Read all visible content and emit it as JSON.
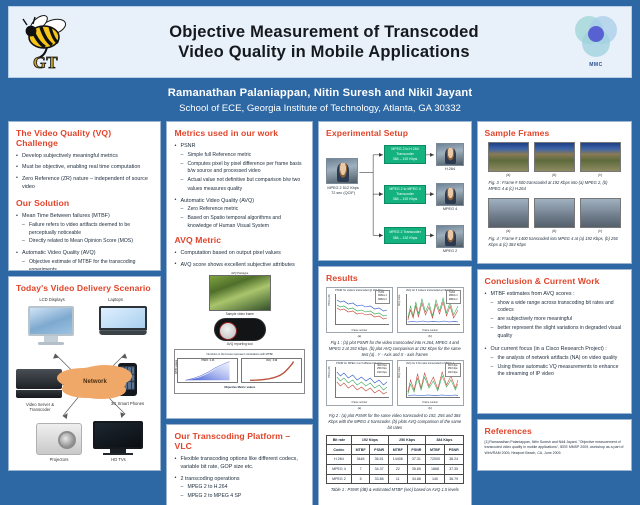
{
  "header": {
    "title_line1": "Objective Measurement of  Transcoded",
    "title_line2": "Video Quality in Mobile Applications",
    "logo_left_name": "georgia-tech-yellow-jacket-logo",
    "logo_right_label": "MMC",
    "authors": "Ramanathan Palaniappan, Nitin Suresh and Nikil Jayant",
    "affiliation": "School of ECE, Georgia Institute of Technology, Atlanta, GA 30332"
  },
  "column1": {
    "vq_challenge": {
      "heading": "The Video Quality (VQ) Challenge",
      "bullets": [
        "Develop subjectively meaningful metrics",
        "Must be objective, enabling real time computation",
        "Zero Reference (ZR) nature – independent of source video"
      ]
    },
    "our_solution": {
      "heading": "Our Solution",
      "items": [
        {
          "text": "Mean Time Between failures (MTBF)",
          "subs": [
            "Failure refers to video artifacts deemed to be perceptually noticeable",
            "Directly related to Mean Opinion Score (MOS)"
          ]
        },
        {
          "text": "Automatic Video Quality (AVQ)",
          "subs": [
            "Objective estimate of MTBF for the transcoding experiments"
          ]
        }
      ]
    },
    "scenario": {
      "heading": "Today's Video Delivery Scenario",
      "network_label": "Network",
      "devices": [
        "LCD Displays",
        "Laptops",
        "Video Server & Transcoder",
        "3G Smart Phones",
        "Projectors",
        "HD TVs"
      ]
    }
  },
  "column2": {
    "metrics": {
      "heading": "Metrics used in our work",
      "items": [
        {
          "text": "PSNR",
          "subs": [
            "Simple full Reference metric",
            "Computes pixel by pixel difference per frame basis b/w source and processed video",
            "Actual value not definitive but comparison b/w two"
          ],
          "trailing": "values measures quality"
        },
        {
          "text": "Automatic Video Quality (AVQ)",
          "subs": [
            "Zero Reference metric",
            "Based on Spatio temporal algorithms and knowledge of Human Visual System"
          ]
        }
      ]
    },
    "avq_metric": {
      "heading": "AVQ Metric",
      "bullets": [
        "Computation based on output pixel values",
        "AVQ score shows excellent subjective attributes"
      ],
      "img_top_title": "AVQ Prototype",
      "img_caption_1": "Sample video frame",
      "img_caption_2": "AVQ reporting tool",
      "corr_title": "Numbers in the boxes represent correlations with MTBF",
      "corr_left_label": "PSNR : 0.43",
      "corr_right_label": "AVQ : 0.96",
      "corr_xlabel": "Objective Metric values",
      "corr_ylabel": "MTBF values"
    },
    "transcoding": {
      "heading": "Our Transcoding Platform – VLC",
      "items": [
        {
          "text": "Flexible transcoding options like different codecs, variable bit rate, GOP size etc.",
          "subs": []
        },
        {
          "text": "2 transcoding operations",
          "subs": [
            "MPEG 2 to H.264",
            "MPEG 2 to MPEG 4 SP"
          ]
        }
      ]
    }
  },
  "column3": {
    "experimental_setup": {
      "heading": "Experimental Setup",
      "source_label": "MPEG 2 512 Kbps\n72 sec (QCIF)",
      "source_label_line1": "MPEG 2 512 Kbps",
      "source_label_line2": "72 sec (QCIF)",
      "transcoders": [
        {
          "line1": "MPEG 2 to H.264",
          "line2": "Transcoder",
          "line3": "384 – 192 Kbps",
          "out": "H.264"
        },
        {
          "line1": "MPEG 2 to MPEG 4",
          "line2": "Transcoder",
          "line3": "384 – 192 Kbps",
          "out": "MPEG 4"
        },
        {
          "line1": "MPEG 2 Transcoder",
          "line2": "384 – 192 Kbps",
          "line3": "",
          "out": "MPEG 2"
        }
      ]
    },
    "results": {
      "heading": "Results",
      "fig1_caption": "Fig 1 : (a) plot PSNR for the video transcoded into H.264, MPEG 4 and MPEG 2 at 192 Kbps. (b) plot AVQ comparison at 192 Kbps for the same test (a) . Y - Axis and X - axis frames",
      "fig2_caption": "Fig 2 : (a) plot PSNR for the same video transcoded to 192, 256 and 384 Kbps with the MPEG 4 transcoder. (b) plots AVQ comparison  of the same bit rates",
      "table_caption": "Table 1 : PSNR (dB) & estimated MTBF (sec) based on AVQ 1.5 levels",
      "charts": {
        "chart_a_title": "PSNR for codecs transcoded @ 192 Kbps",
        "chart_b_title": "AVQ for 3 codecs transcoded at 192 Kbps",
        "chart_c_title": "PSNR for MPEG 4 at 3 different bit rates",
        "chart_d_title": "AVQ for 3 bit rates transcoded to MPEG 4",
        "legend_ab": [
          "H.264",
          "MPEG 4",
          "MPEG 2"
        ],
        "legend_cd": [
          "384 Kbps",
          "256 Kbps",
          "192 Kbps"
        ],
        "sub_a": "(a)",
        "sub_b": "(b)",
        "sub_c": "(a)",
        "sub_d": "(b)",
        "ylabel_psnr": "PSNR (dB)",
        "ylabel_avq": "AVQ score",
        "xlabel": "Frame number"
      },
      "table": {
        "header_top": [
          "Bit rate",
          "192 Kbps",
          "256 Kbps",
          "384 Kbps"
        ],
        "header_sub": [
          "Codec",
          "MTBF",
          "PSNR",
          "MTBF",
          "PSNR",
          "MTBF",
          "PSNR"
        ],
        "rows": [
          [
            "H.264",
            "3446",
            "36.51",
            "14406",
            "37.31",
            "72000",
            "38.24"
          ],
          [
            "MPEG 4",
            "7",
            "34.37",
            "22",
            "35.65",
            "1868",
            "37.35"
          ],
          [
            "MPEG 2",
            "5",
            "33.86",
            "11",
            "34.88",
            "140",
            "36.79"
          ]
        ]
      }
    }
  },
  "column4": {
    "sample_frames": {
      "heading": "Sample Frames",
      "row1_labels": [
        "(a)",
        "(b)",
        "(c)"
      ],
      "row2_labels": [
        "(a)",
        "(b)",
        "(c)"
      ],
      "fig3_caption": "Fig. 3 : Frame # 500 transcoded at  192 Kbps into (a)  MPEG 2, (b) MPEG 4 & (c) H.264",
      "fig4_caption": "Fig. 4 : Frame # 1400  transcoded into MPEG 4 at  (a) 192 Kbps, (b) 256 Kbps & (c) 384 Kbps"
    },
    "conclusion": {
      "heading": "Conclusion & Current Work",
      "items": [
        {
          "text": "MTBF estimates from AVQ scores :",
          "subs": [
            "show a wide range across transcoding bit rates and codecs",
            "are subjectively more meaningful",
            "better represent the slight variations in degraded visual quality"
          ]
        },
        {
          "text": "Our current focus (in a Cisco Research Project) :",
          "subs": [
            "the analysis of network artifacts (NA) on video quality",
            "Using these automatic VQ measurements to enhance the streaming of IP video"
          ]
        }
      ]
    },
    "references": {
      "heading": "References",
      "entry": "[1] Ramanathan Palaniappan, Nitin Suresh and  Nikil Jayant, \"Objective measurement of transcoded video quality in mobile applications\", IEEE MMSP 2009, workshop as a part of WinVRAM 2009, Newport Beach, CA, June 2009."
    }
  },
  "colors": {
    "poster_bg": "#2d68a4",
    "panel_bg": "#ffffff",
    "heading_red": "#e1442a",
    "header_band": "#e8f0fa",
    "green_box": "#13b27e"
  }
}
